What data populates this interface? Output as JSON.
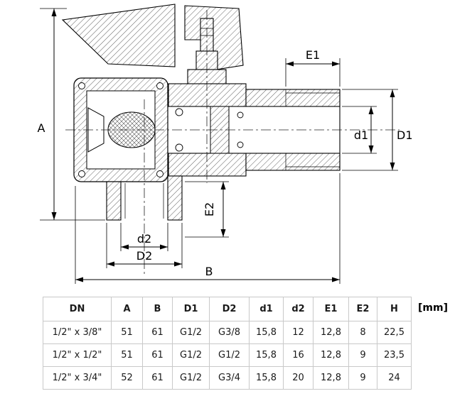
{
  "drawing": {
    "labels": {
      "A": "A",
      "B": "B",
      "E1": "E1",
      "E2": "E2",
      "d1": "d1",
      "D1": "D1",
      "d2": "d2",
      "D2": "D2"
    }
  },
  "table": {
    "unit_label": "[mm]",
    "columns": [
      "DN",
      "A",
      "B",
      "D1",
      "D2",
      "d1",
      "d2",
      "E1",
      "E2",
      "H"
    ],
    "rows": [
      [
        "1/2\" x 3/8\"",
        "51",
        "61",
        "G1/2",
        "G3/8",
        "15,8",
        "12",
        "12,8",
        "8",
        "22,5"
      ],
      [
        "1/2\" x 1/2\"",
        "51",
        "61",
        "G1/2",
        "G1/2",
        "15,8",
        "16",
        "12,8",
        "9",
        "23,5"
      ],
      [
        "1/2\" x 3/4\"",
        "52",
        "61",
        "G1/2",
        "G3/4",
        "15,8",
        "20",
        "12,8",
        "9",
        "24"
      ]
    ]
  }
}
